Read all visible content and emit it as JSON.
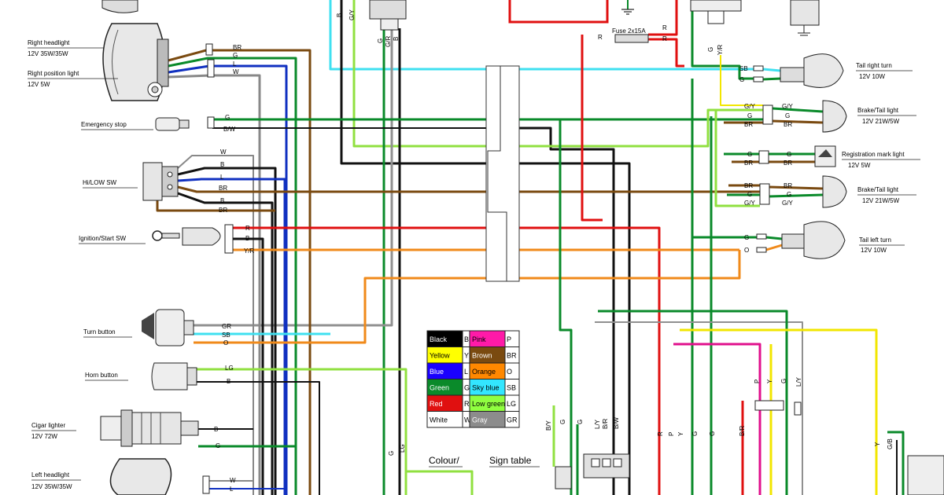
{
  "colors": {
    "black": "#111111",
    "red": "#e01010",
    "green": "#0a8a2a",
    "blue": "#1030c0",
    "yellow": "#f2e600",
    "brown": "#7a4a10",
    "orange": "#f08a1a",
    "skyblue": "#3fe0f0",
    "lowgreen": "#90e040",
    "gray": "#909090",
    "pink": "#e0108c",
    "white": "#ffffff"
  },
  "components": {
    "right_headlight": {
      "name": "Right headlight",
      "spec": "12V 35W/35W"
    },
    "right_position_light": {
      "name": "Right position light",
      "spec": "12V 5W"
    },
    "emergency_stop": {
      "name": "Emergency stop"
    },
    "hi_low_sw": {
      "name": "Hi/LOW SW"
    },
    "ignition_start_sw": {
      "name": "Ignition/Start SW"
    },
    "turn_button": {
      "name": "Turn button"
    },
    "horn_button": {
      "name": "Horn button"
    },
    "cigar_lighter": {
      "name": "Cigar lighter",
      "spec": "12V 72W"
    },
    "left_headlight": {
      "name": "Left headlight",
      "spec": "12V 35W/35W"
    },
    "fuse": {
      "name": "Fuse 2x15A"
    },
    "tail_right_turn": {
      "name": "Tail right turn",
      "spec": "12V 10W"
    },
    "brake_tail_light_upper": {
      "name": "Brake/Tail light",
      "spec": "12V 21W/5W"
    },
    "registration_mark_light": {
      "name": "Registration mark light",
      "spec": "12V 5W"
    },
    "brake_tail_light_lower": {
      "name": "Brake/Tail light",
      "spec": "12V 21W/5W"
    },
    "tail_left_turn": {
      "name": "Tail left turn",
      "spec": "12V 10W"
    }
  },
  "wire_codes": {
    "right_headlight": [
      "BR",
      "G",
      "L",
      "W"
    ],
    "emergency_stop": [
      "G",
      "B/W"
    ],
    "hi_low_sw": [
      "W",
      "B",
      "L",
      "BR",
      "B",
      "BR"
    ],
    "ignition": [
      "R",
      "B",
      "Y/R"
    ],
    "turn_button": [
      "GR",
      "SB",
      "O"
    ],
    "horn_button": [
      "LG",
      "B"
    ],
    "cigar_lighter": [
      "B",
      "G"
    ],
    "left_headlight": [
      "W",
      "L"
    ],
    "top_left_vertical": [
      "B",
      "G/Y",
      "G",
      "G/R",
      "B"
    ],
    "top_right_vertical": [
      "G",
      "Y/R"
    ],
    "fuse_wires": [
      "R",
      "R",
      "R"
    ],
    "tail_right_turn": [
      "SB",
      "G"
    ],
    "brake_tail_upper": [
      "G/Y",
      "G",
      "BR",
      "G/Y",
      "G",
      "BR"
    ],
    "registration": [
      "G",
      "BR",
      "G",
      "BR"
    ],
    "brake_tail_lower": [
      "BR",
      "G",
      "G/Y",
      "BR",
      "G",
      "G/Y"
    ],
    "tail_left_turn": [
      "G",
      "O"
    ],
    "bottom_mid": [
      "G",
      "LG"
    ],
    "bottom_connector": [
      "B/Y",
      "G",
      "G",
      "L/Y",
      "B/R",
      "B/W"
    ],
    "bottom_right": [
      "R",
      "P",
      "Y",
      "G",
      "G",
      "B/R",
      "P",
      "Y",
      "G",
      "L/Y",
      "Y",
      "G/B"
    ]
  },
  "color_table": {
    "title": "Colour/",
    "title2": "Sign table",
    "rows": [
      {
        "left": {
          "name": "Black",
          "code": "B"
        },
        "right": {
          "name": "Pink",
          "code": "P"
        }
      },
      {
        "left": {
          "name": "Yellow",
          "code": "Y"
        },
        "right": {
          "name": "Brown",
          "code": "BR"
        }
      },
      {
        "left": {
          "name": "Blue",
          "code": "L"
        },
        "right": {
          "name": "Orange",
          "code": "O"
        }
      },
      {
        "left": {
          "name": "Green",
          "code": "G"
        },
        "right": {
          "name": "Sky blue",
          "code": "SB"
        }
      },
      {
        "left": {
          "name": "Red",
          "code": "R"
        },
        "right": {
          "name": "Low green",
          "code": "LG"
        }
      },
      {
        "left": {
          "name": "White",
          "code": "W"
        },
        "right": {
          "name": "Gray",
          "code": "GR"
        }
      }
    ]
  }
}
